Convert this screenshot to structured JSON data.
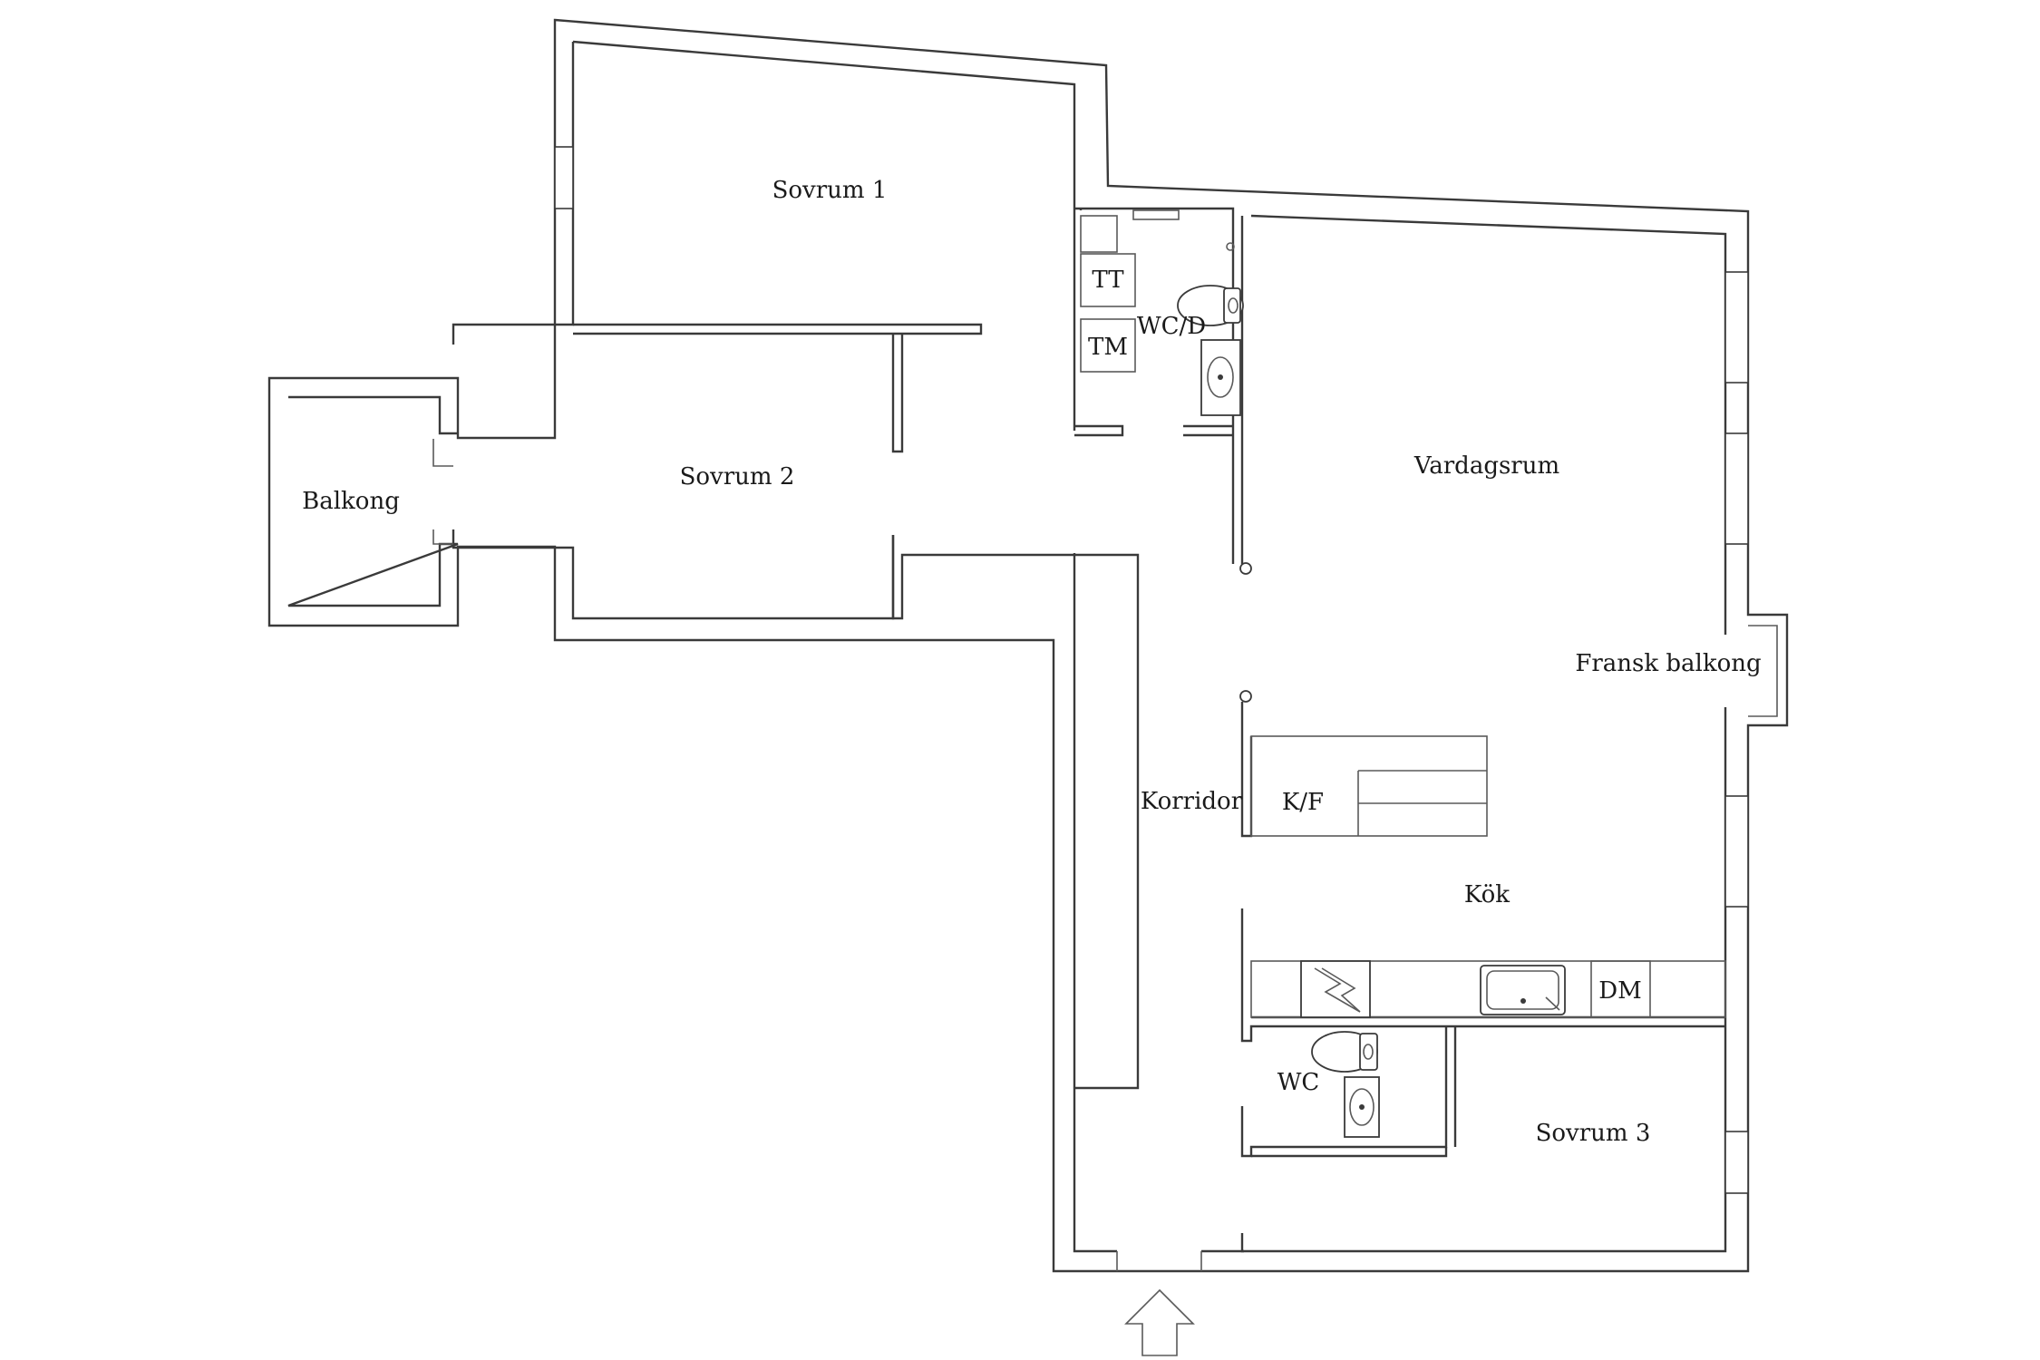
{
  "rooms": {
    "sovrum1": "Sovrum 1",
    "sovrum2": "Sovrum 2",
    "sovrum3": "Sovrum 3",
    "balkong": "Balkong",
    "vardagsrum": "Vardagsrum",
    "fransk_balkong": "Fransk balkong",
    "korridor": "Korridor",
    "kok": "Kök",
    "wc_d": "WC/D",
    "wc": "WC"
  },
  "appliances": {
    "tt": "TT",
    "tm": "TM",
    "kf": "K/F",
    "dm": "DM"
  },
  "icons": {
    "entrance": "arrow-up-icon",
    "toilet": "toilet-icon",
    "sink": "sink-icon",
    "stove": "stove-icon"
  },
  "colors": {
    "wall": "#3a3a3a",
    "background": "#ffffff"
  }
}
